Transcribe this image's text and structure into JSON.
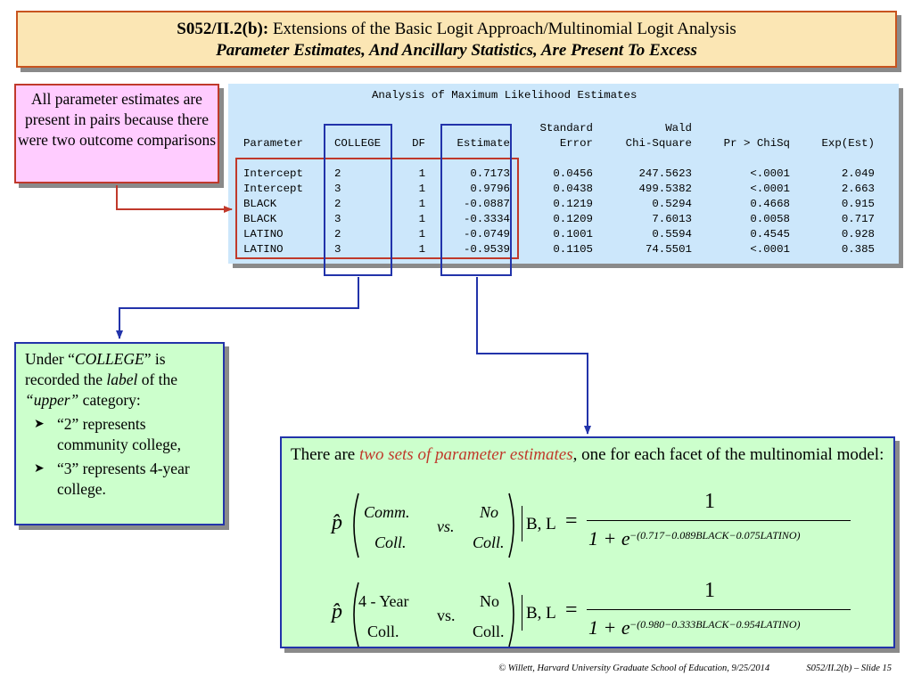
{
  "title": {
    "prefix": "S052/II.2(b):",
    "line1": " Extensions of the Basic Logit Approach/Multinomial Logit Analysis",
    "line2": "Parameter Estimates, And Ancillary Statistics, Are Present To Excess"
  },
  "note_pairs": "All parameter estimates are present in pairs because there were two outcome comparisons",
  "sas": {
    "heading": "Analysis of Maximum Likelihood Estimates",
    "col_top": {
      "stderr": "Standard",
      "wald": "Wald"
    },
    "columns": {
      "parameter": "Parameter",
      "college": "COLLEGE",
      "df": "DF",
      "estimate": "Estimate",
      "stderr": "Error",
      "chisq": "Chi-Square",
      "p": "Pr > ChiSq",
      "exp": "Exp(Est)"
    },
    "rows": [
      [
        "Intercept",
        "2",
        "1",
        "0.7173",
        "0.0456",
        "247.5623",
        "<.0001",
        "2.049"
      ],
      [
        "Intercept",
        "3",
        "1",
        "0.9796",
        "0.0438",
        "499.5382",
        "<.0001",
        "2.663"
      ],
      [
        "BLACK",
        "2",
        "1",
        "-0.0887",
        "0.1219",
        "0.5294",
        "0.4668",
        "0.915"
      ],
      [
        "BLACK",
        "3",
        "1",
        "-0.3334",
        "0.1209",
        "7.6013",
        "0.0058",
        "0.717"
      ],
      [
        "LATINO",
        "2",
        "1",
        "-0.0749",
        "0.1001",
        "0.5594",
        "0.4545",
        "0.928"
      ],
      [
        "LATINO",
        "3",
        "1",
        "-0.9539",
        "0.1105",
        "74.5501",
        "<.0001",
        "0.385"
      ]
    ]
  },
  "note_college": {
    "t1": "Under “",
    "t2": "COLLEGE",
    "t3": "” is recorded the ",
    "t4": "label",
    "t5": " of the ",
    "t6": "“upper”",
    "t7": " category:",
    "bullets": [
      "“2” represents community college,",
      "“3” represents 4-year college."
    ]
  },
  "note_sets": {
    "t1": "There are ",
    "t2": "two sets of parameter estimates",
    "t3": ", one for each facet of the multinomial model:"
  },
  "eq1": {
    "p": "p̂",
    "num_top": "Comm.",
    "num_bot": "Coll.",
    "vs": "vs.",
    "den_top": "No",
    "den_bot": "Coll.",
    "cond": "B, L",
    "equals": "=",
    "one": "1",
    "denominator": "1 + e",
    "exponent": "−(0.717−0.089BLACK−0.075LATINO)"
  },
  "eq2": {
    "p": "p̂",
    "num_top": "4 - Year",
    "num_bot": "Coll.",
    "vs": "vs.",
    "den_top": "No",
    "den_bot": "Coll.",
    "cond": "B, L",
    "equals": "=",
    "one": "1",
    "denominator": "1 + e",
    "exponent": "−(0.980−0.333BLACK−0.954LATINO)"
  },
  "footer": {
    "credit": "© Willett, Harvard University Graduate School of Education, 9/25/2014",
    "slide": "S052/II.2(b) – Slide 15"
  },
  "colors": {
    "title_bg": "#fbe6b4",
    "sas_bg": "#cce7fb",
    "pink": "#ffccff",
    "green": "#ccffcc",
    "red": "#c0392b",
    "blue": "#2233aa"
  }
}
